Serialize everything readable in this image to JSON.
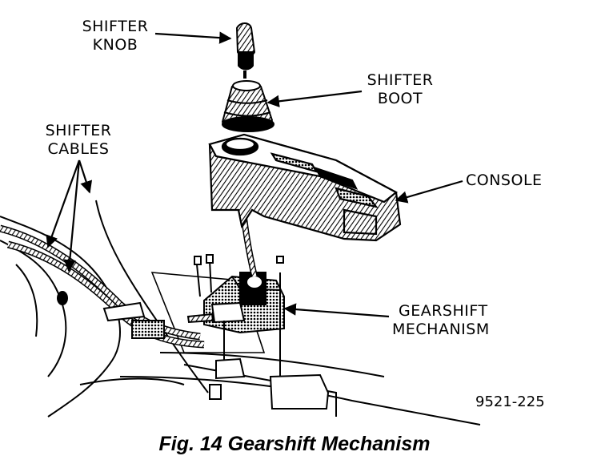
{
  "labels": {
    "knob": [
      "SHIFTER",
      "KNOB"
    ],
    "boot": [
      "SHIFTER",
      "BOOT"
    ],
    "cables": [
      "SHIFTER",
      "CABLES"
    ],
    "console": "CONSOLE",
    "mechanism": [
      "GEARSHIFT",
      "MECHANISM"
    ]
  },
  "figure_id": "9521-225",
  "caption": "Fig. 14 Gearshift Mechanism"
}
